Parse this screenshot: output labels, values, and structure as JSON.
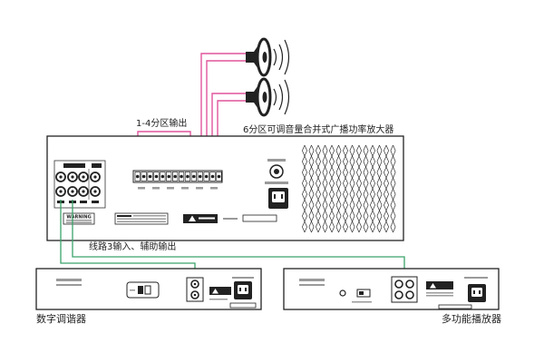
{
  "labels": {
    "zone_output": "1-4分区输出",
    "amplifier": "6分区可调音量合并式广播功率放大器",
    "line_aux": "线路3输入、辅助输出",
    "tuner": "数字调谐器",
    "player": "多功能播放器",
    "warning": "WARNING"
  },
  "colors": {
    "speaker_wire": "#e0559c",
    "signal_wire": "#3aa36a",
    "line": "#222222"
  }
}
